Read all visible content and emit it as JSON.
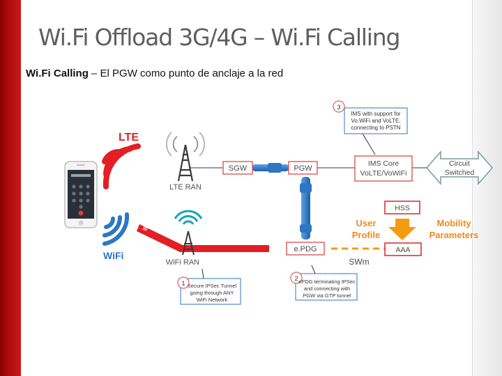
{
  "slide": {
    "title": "Wi.Fi Offload 3G/4G – Wi.Fi Calling",
    "subtitle_bold": "Wi.Fi Calling",
    "subtitle_rest": " – El PGW como punto de anclaje a la red"
  },
  "diagram": {
    "lte_label": "LTE",
    "wifi_label": "WiFi",
    "lte_ran": "LTE RAN",
    "wifi_ran": "WiFi RAN",
    "sgw": "SGW",
    "pgw": "PGW",
    "epdg": "e.PDG",
    "ims_core_line1": "IMS Core",
    "ims_core_line2": "VoLTE/VoWiFi",
    "circuit_line1": "Circuit",
    "circuit_line2": "Switched",
    "hss": "HSS",
    "aaa": "AAA",
    "user_profile_line1": "User",
    "user_profile_line2": "Profile",
    "mobility_line1": "Mobility",
    "mobility_line2": "Parameters",
    "swm": "SWm",
    "callout3_num": "3",
    "callout3_lines": [
      "IMS with support for",
      "Vo.WiFi and VoLTE,",
      "connecting to PSTN"
    ],
    "callout1_num": "1",
    "callout1_lines": [
      "Secure IPSec Tunnel",
      "going through ANY",
      "WiFi Network"
    ],
    "callout2_num": "2",
    "callout2_lines": [
      "ePDG terminating IPSec",
      "and connecting with",
      "PGW via GTP tunnel"
    ]
  },
  "colors": {
    "accent_red": "#e31e24",
    "box_red": "#d9232e",
    "link_blue": "#2b77c4",
    "label_orange": "#f28a1a",
    "arrow_orange": "#f39c12",
    "node_fill": "#ffffff",
    "node_text": "#4a4a4a"
  }
}
